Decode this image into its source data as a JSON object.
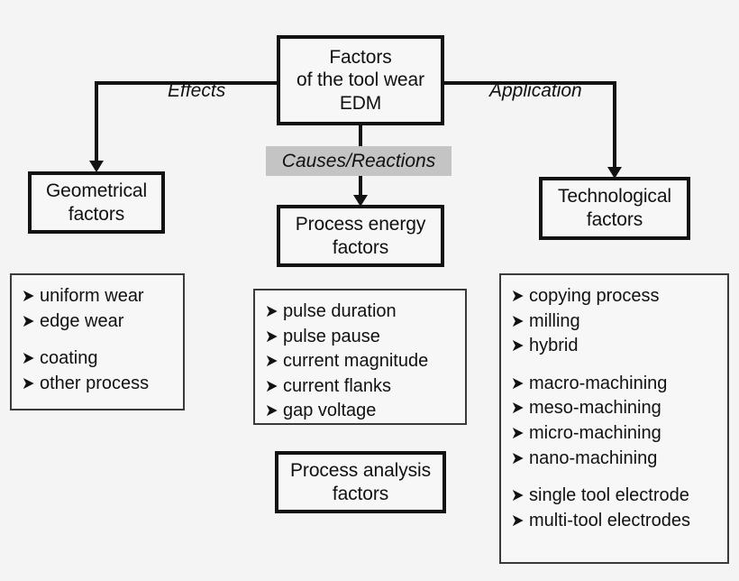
{
  "diagram": {
    "title": "Factors of the tool wear EDM",
    "background_color": "#f4f4f4",
    "line_color": "#121212",
    "banner_color": "#c4c4c4",
    "bullet_glyph": "➤"
  },
  "root_box": {
    "line1": "Factors",
    "line2": "of the tool wear",
    "line3": "EDM"
  },
  "branch_labels": {
    "left": "Effects",
    "right": "Application",
    "center": "Causes/Reactions"
  },
  "left_branch": {
    "box": {
      "line1": "Geometrical",
      "line2": "factors"
    },
    "list": [
      "uniform wear",
      "edge wear",
      "",
      "coating",
      "other process"
    ]
  },
  "center_branch": {
    "box": {
      "line1": "Process energy",
      "line2": "factors"
    },
    "list": [
      "pulse duration",
      "pulse pause",
      "current magnitude",
      "current flanks",
      "gap voltage"
    ],
    "analysis_box": {
      "line1": "Process analysis",
      "line2": "factors"
    }
  },
  "right_branch": {
    "box": {
      "line1": "Technological",
      "line2": "factors"
    },
    "list": [
      "copying process",
      "milling",
      "hybrid",
      "",
      "macro-machining",
      "meso-machining",
      "micro-machining",
      "nano-machining",
      "",
      "single tool electrode",
      "multi-tool electrodes"
    ]
  }
}
